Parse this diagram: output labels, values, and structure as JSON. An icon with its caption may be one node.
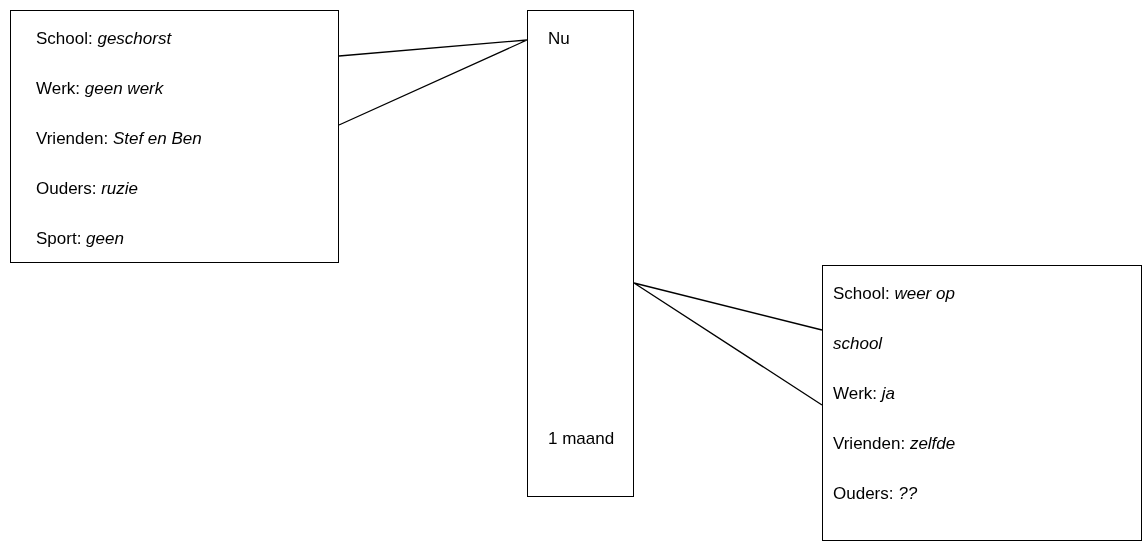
{
  "diagram": {
    "nodes": [
      {
        "text": [
          "School: *geschorst*",
          "Werk: *geen werk*",
          "Vrienden: *Stef en Ben*",
          "Ouders: *ruzie*",
          "Sport: *geen*"
        ]
      },
      {
        "text": [
          "Nu",
          "1 maand"
        ]
      },
      {
        "text": [
          "School: *weer op school*",
          "Werk: *ja*",
          "Vrienden: *zelfde*",
          "Ouders: *??*"
        ]
      }
    ],
    "edges": [
      {
        "from": 0,
        "to": 1,
        "arrow": "none"
      },
      {
        "from": 2,
        "to": 1,
        "arrow": "none"
      }
    ]
  }
}
